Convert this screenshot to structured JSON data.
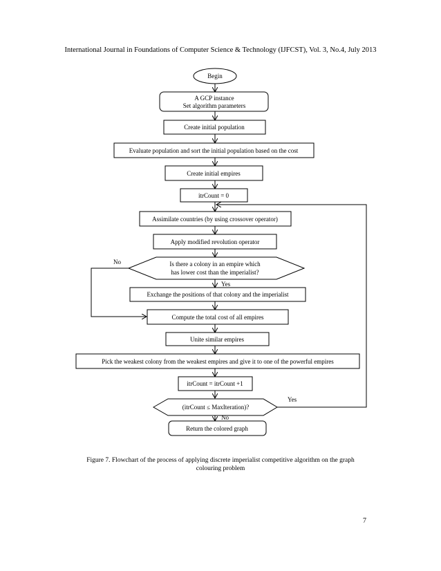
{
  "header": {
    "journal_line": "International Journal in Foundations of Computer Science & Technology (IJFCST), Vol. 3, No.4, July 2013"
  },
  "flowchart": {
    "begin": "Begin",
    "instance_line1": "A GCP instance",
    "instance_line2": "Set algorithm parameters",
    "create_population": "Create initial population",
    "evaluate_population": "Evaluate population and sort the initial population based on the cost",
    "create_empires": "Create initial empires",
    "itr_init": "itrCount = 0",
    "assimilate": "Assimilate countries (by using crossover operator)",
    "revolution": "Apply modified revolution operator",
    "decision1_line1": "Is there a colony in an empire which",
    "decision1_line2": "has lower cost than the imperialist?",
    "decision1_yes": "Yes",
    "decision1_no": "No",
    "exchange": "Exchange the positions of that colony and the imperialist",
    "compute_cost": "Compute the total cost of all empires",
    "unite": "Unite similar empires",
    "pick_weakest": "Pick the weakest colony from the weakest empires and give it to one of the powerful empires",
    "itr_increment": "itrCount = itrCount +1",
    "decision2": "(itrCount ≤ MaxIteration)?",
    "decision2_yes": "Yes",
    "decision2_no": "No",
    "return_graph": "Return the colored graph"
  },
  "caption": {
    "line1": "Figure 7. Flowchart of the process of applying discrete imperialist competitive algorithm on the graph",
    "line2": "colouring problem"
  },
  "page_number": "7"
}
